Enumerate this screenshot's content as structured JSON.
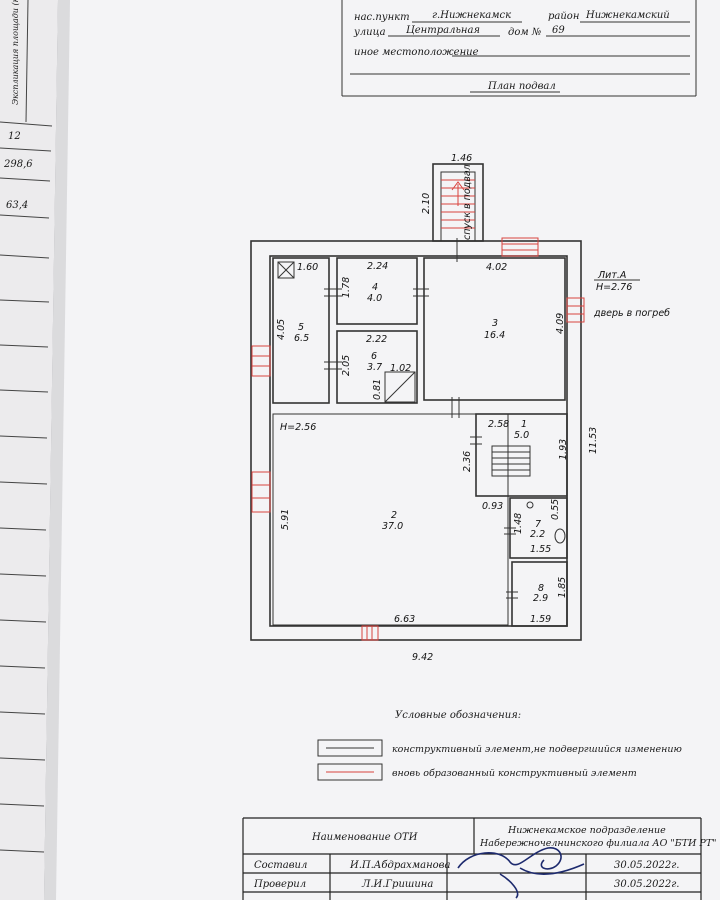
{
  "header": {
    "settlement_label": "нас.пункт",
    "settlement_value": "г.Нижнекамск",
    "district_label": "район",
    "district_value": "Нижнекамский",
    "street_label": "улица",
    "street_value": "Центральная",
    "house_label": "дом №",
    "house_value": "69",
    "other_location_label": "иное местоположение",
    "plan_title": "План подвал"
  },
  "left_page": {
    "vertical_text": "Экспликация площади (кв.м)",
    "cells": [
      "12",
      "298,6",
      "63,4"
    ]
  },
  "plan": {
    "outer": {
      "width": "9.42",
      "height": "11.53"
    },
    "liter": "Лит.А",
    "liter_height": "H=2.76",
    "door_note": "дверь в погреб",
    "stair_note": "спуск в подвал",
    "stair_width": "1.46",
    "stair_length": "2.10",
    "main_height": "H=2.56",
    "rooms": [
      {
        "num": "1",
        "area": "5.0",
        "w": "2.58",
        "h": "1.93",
        "h2": "2.36"
      },
      {
        "num": "2",
        "area": "37.0",
        "w": "6.63",
        "h": "5.91",
        "w2": "0.93"
      },
      {
        "num": "3",
        "area": "16.4",
        "w": "4.02",
        "h": "4.09"
      },
      {
        "num": "4",
        "area": "4.0",
        "w": "2.24",
        "h": "1.78"
      },
      {
        "num": "5",
        "area": "6.5",
        "w": "1.60",
        "h": "4.05"
      },
      {
        "num": "6",
        "area": "3.7",
        "w": "2.22",
        "h": "2.05",
        "extra1": "1.02",
        "extra2": "0.81"
      },
      {
        "num": "7",
        "area": "2.2",
        "w": "1.55",
        "h": "1.48",
        "h2": "0.55"
      },
      {
        "num": "8",
        "area": "2.9",
        "w": "1.59",
        "h": "1.85"
      }
    ]
  },
  "legend": {
    "title": "Условные обозначения:",
    "items": [
      "конструктивный элемент,не подвергшийся изменению",
      "вновь образованный конструктивный элемент"
    ]
  },
  "stamp": {
    "oti_label": "Наименование ОТИ",
    "org_line1": "Нижнекамское подразделение",
    "org_line2": "Набережночелнинского филиала АО \"БТИ РТ\"",
    "compiled_label": "Составил",
    "compiled_name": "И.П.Абдрахманова",
    "compiled_date": "30.05.2022г.",
    "checked_label": "Проверил",
    "checked_name": "Л.И.Гришина",
    "checked_date": "30.05.2022г."
  }
}
